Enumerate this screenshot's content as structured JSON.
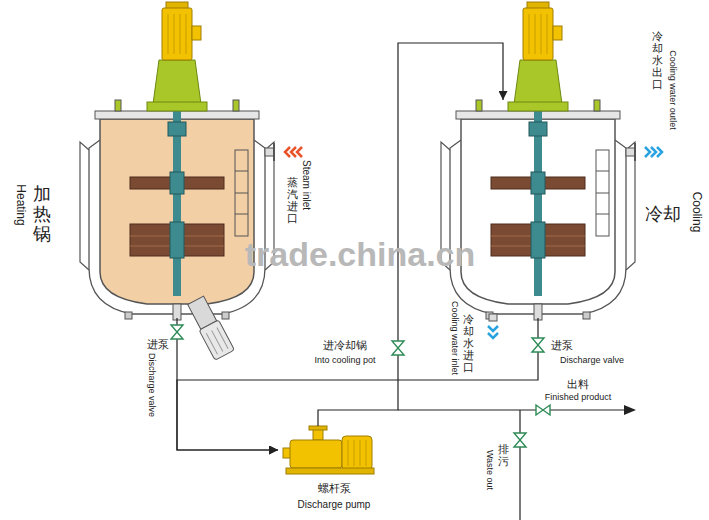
{
  "diagram": {
    "nodes": [
      {
        "text": [
          "加热锅",
          "Heating"
        ]
      },
      {
        "text": [
          "冷却",
          "Cooling"
        ]
      },
      {
        "text": [
          "螺杆泵",
          "Discharge pump"
        ]
      }
    ],
    "edges": [
      {
        "from": 0,
        "to": 2,
        "arrow": "to"
      },
      {
        "from": 1,
        "to": 2,
        "arrow": "to"
      },
      {
        "from": 2,
        "to": 1,
        "arrow": "to"
      }
    ],
    "labels": [
      "Steam inlet",
      "蒸汽进口",
      "冷却水出口",
      "Cooling water outlet",
      "进泵",
      "Discharge valve",
      "进冷却锅",
      "Into cooling pot",
      "冷却水进口",
      "Cooling water inlet",
      "进泵",
      "Discharge valve",
      "出料",
      "Finished product",
      "排污",
      "Waste out",
      "trade.china.cn"
    ]
  }
}
